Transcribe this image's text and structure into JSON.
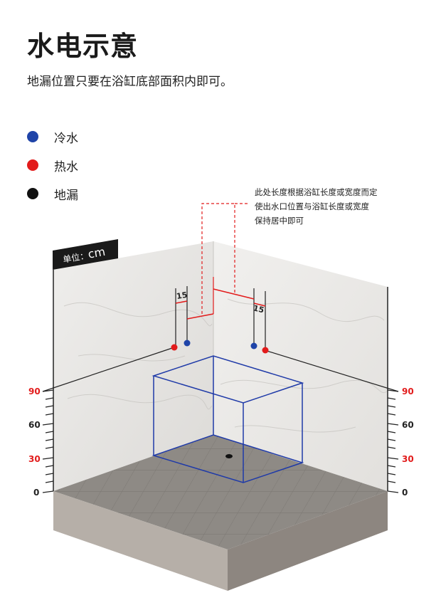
{
  "title": "水电示意",
  "subtitle": "地漏位置只要在浴缸底部面积内即可。",
  "legend": [
    {
      "label": "冷水",
      "color": "#1f44a8"
    },
    {
      "label": "热水",
      "color": "#e21b1b"
    },
    {
      "label": "地漏",
      "color": "#111111"
    }
  ],
  "note": {
    "line1": "此处长度根据浴缸长度或宽度而定",
    "line2": "使出水口位置与浴缸长度或宽度",
    "line3": "保持居中即可"
  },
  "unit": {
    "prefix": "单位：",
    "value": "cm"
  },
  "dimension_label": "15",
  "scale": {
    "left": [
      {
        "value": "90",
        "color": "#e21b1b"
      },
      {
        "value": "60",
        "color": "#222222"
      },
      {
        "value": "30",
        "color": "#e21b1b"
      },
      {
        "value": "0",
        "color": "#222222"
      }
    ],
    "right": [
      {
        "value": "90",
        "color": "#e21b1b"
      },
      {
        "value": "60",
        "color": "#222222"
      },
      {
        "value": "30",
        "color": "#e21b1b"
      },
      {
        "value": "0",
        "color": "#222222"
      }
    ]
  },
  "colors": {
    "cold": "#1f44a8",
    "hot": "#e21b1b",
    "drain": "#111111",
    "bathtub_outline": "#1f3aa8"
  }
}
